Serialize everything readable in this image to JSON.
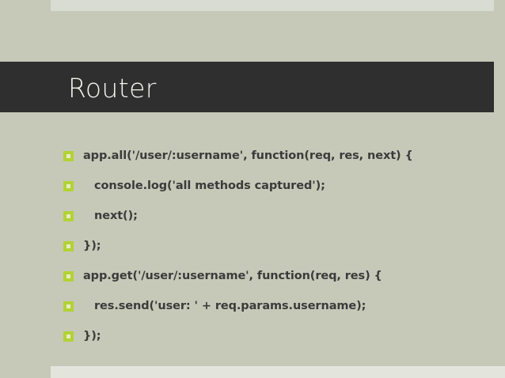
{
  "slide": {
    "title": "Router",
    "colors": {
      "background": "#c6c9b8",
      "title_band": "#2f2f2f",
      "title_text": "#f4f4f0",
      "bullet_green": "#b2d235",
      "body_text": "#3b3b3b",
      "strip_light_top": "#d9dcd2",
      "strip_light_bottom": "#e3e5dd"
    },
    "bullets": [
      {
        "text": "app.all('/user/:username', function(req, res, next) {",
        "indent": false
      },
      {
        "text": "console.log('all methods captured');",
        "indent": true
      },
      {
        "text": "next();",
        "indent": true
      },
      {
        "text": "});",
        "indent": false
      },
      {
        "text": "app.get('/user/:username', function(req, res) {",
        "indent": false
      },
      {
        "text": "res.send('user: ' + req.params.username);",
        "indent": true
      },
      {
        "text": "});",
        "indent": false
      }
    ]
  }
}
